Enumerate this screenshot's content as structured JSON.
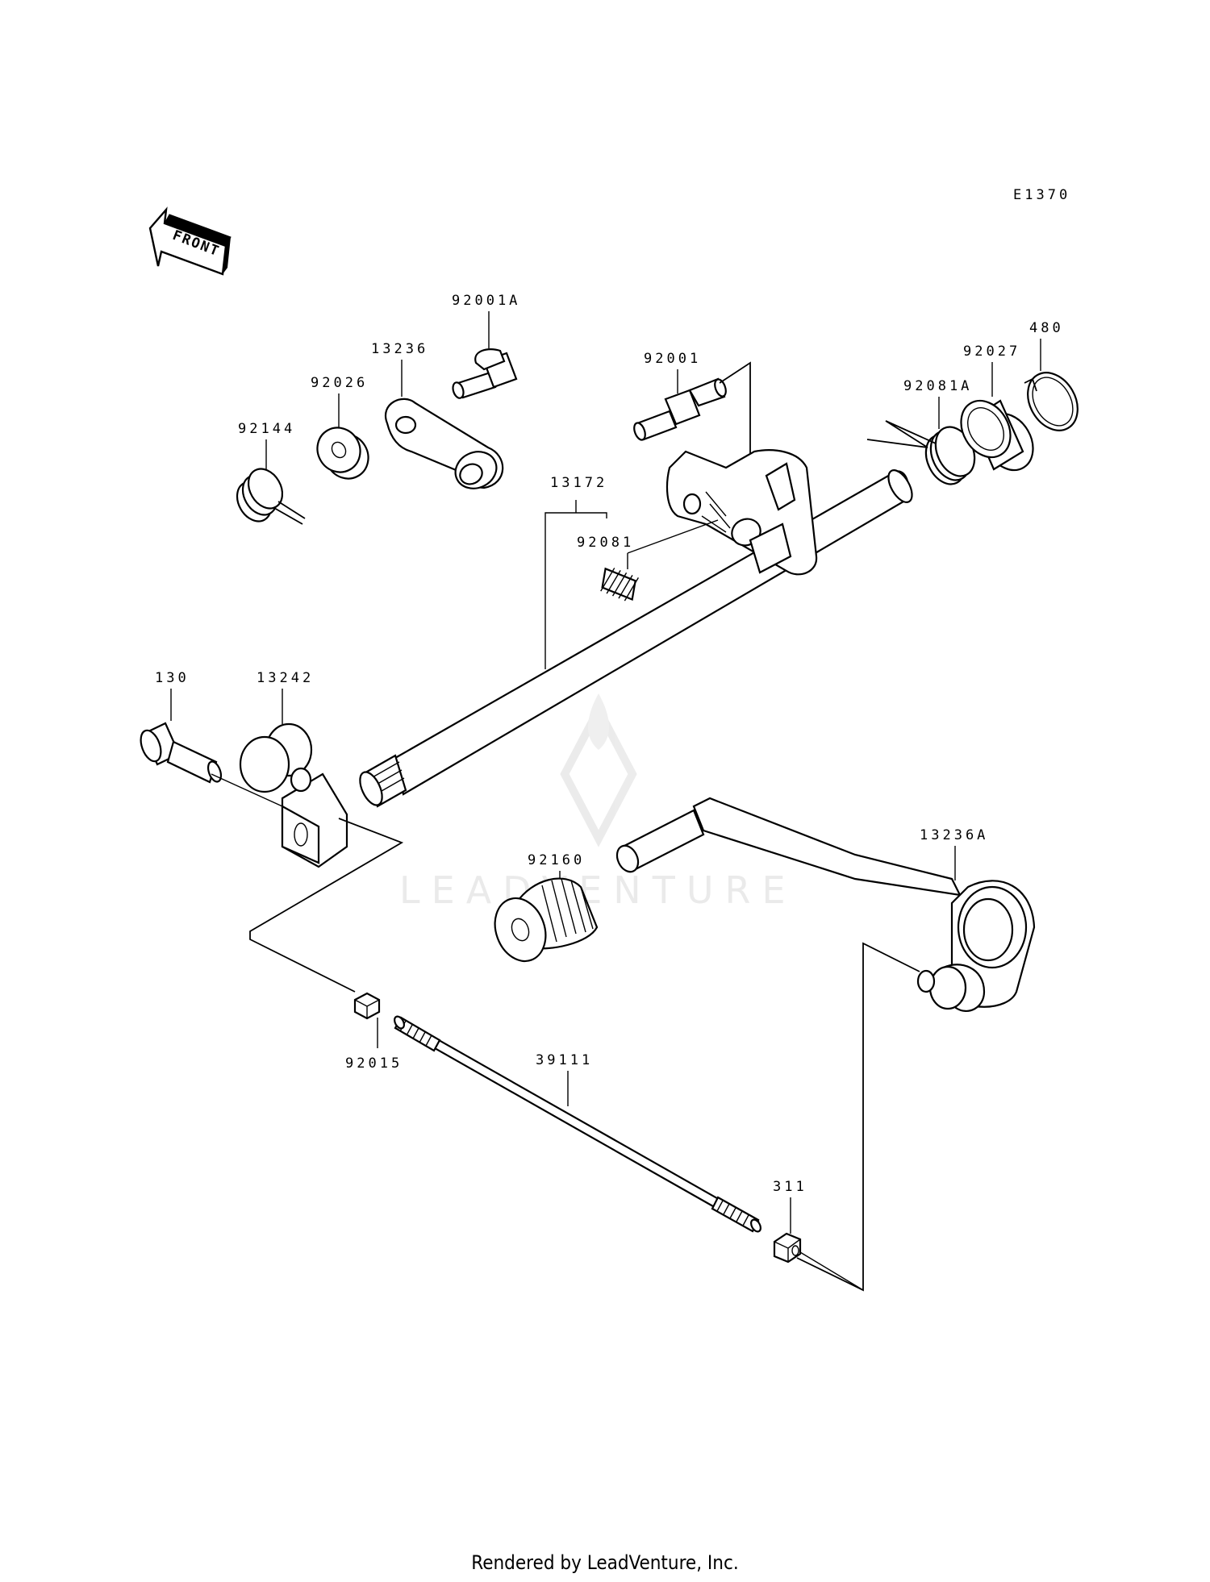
{
  "diagram_code": "E1370",
  "front_label": "FRONT",
  "watermark": "LEADVENTURE",
  "footer": "Rendered by LeadVenture, Inc.",
  "parts": {
    "p92001A": "92001A",
    "p13236": "13236",
    "p92026": "92026",
    "p92144": "92144",
    "p92001": "92001",
    "p13172": "13172",
    "p92081": "92081",
    "p92027": "92027",
    "p480": "480",
    "p92081A": "92081A",
    "p130": "130",
    "p13242": "13242",
    "p92160": "92160",
    "p13236A": "13236A",
    "p92015": "92015",
    "p39111": "39111",
    "p311": "311"
  }
}
